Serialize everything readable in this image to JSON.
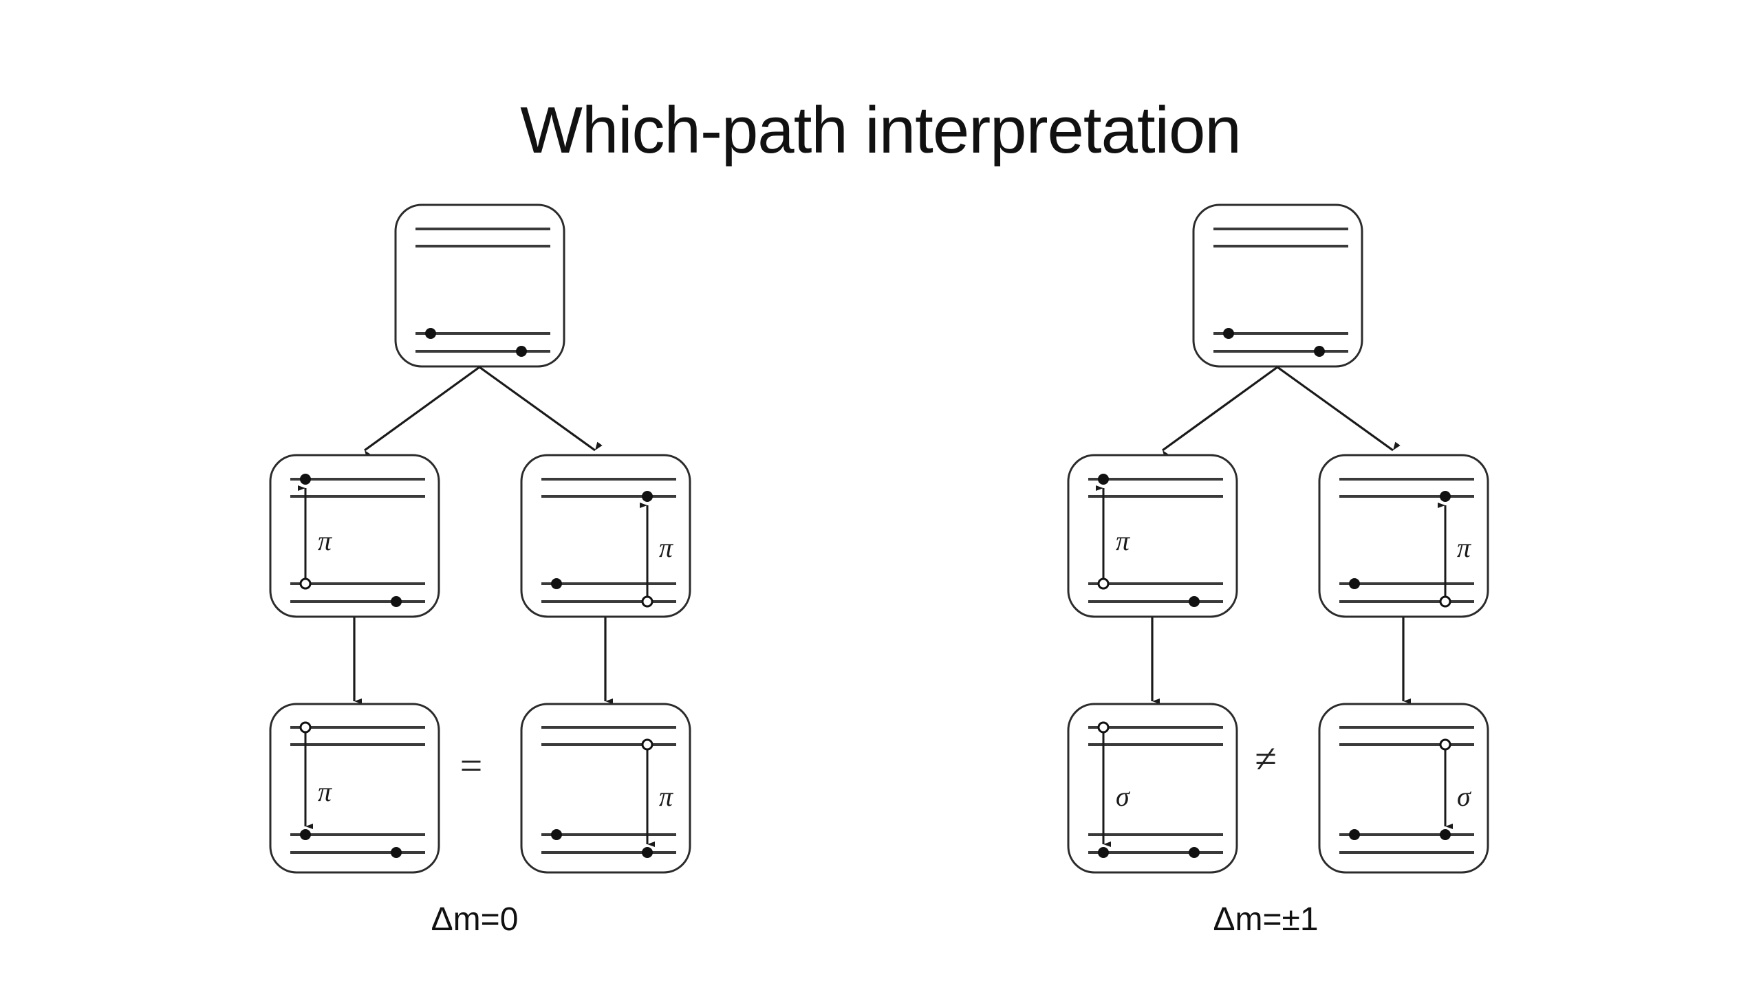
{
  "slide": {
    "title": "Which-path interpretation",
    "background_color": "#ffffff",
    "ink_color": "#1a1a1a"
  },
  "groups": [
    {
      "id": "left-group",
      "caption": "Δm=0",
      "relation_symbol": "=",
      "relation_name": "equals",
      "transition_label": "π",
      "boxes": [
        {
          "id": "left-initial",
          "role": "initial-state",
          "row": "top",
          "column": "center",
          "levels": {
            "left_column": [
              "upper-1",
              "upper-2",
              "lower-1",
              "lower-2"
            ],
            "right_column": [
              "upper-1",
              "upper-2",
              "lower-1",
              "lower-2"
            ]
          },
          "markers": [
            {
              "column": "left",
              "level": "lower-1",
              "type": "electron"
            },
            {
              "column": "right",
              "level": "lower-2",
              "type": "electron"
            }
          ],
          "arrow": null
        },
        {
          "id": "left-mid-left",
          "role": "excited-state-path-a",
          "row": "middle",
          "column": "left",
          "markers": [
            {
              "column": "left",
              "level": "upper-1",
              "type": "electron"
            },
            {
              "column": "left",
              "level": "lower-1",
              "type": "hole"
            },
            {
              "column": "right",
              "level": "lower-2",
              "type": "electron"
            }
          ],
          "arrow": {
            "column": "left",
            "from": "lower-1",
            "to": "upper-1",
            "direction": "up",
            "label": "π"
          }
        },
        {
          "id": "left-mid-right",
          "role": "excited-state-path-b",
          "row": "middle",
          "column": "right",
          "markers": [
            {
              "column": "right",
              "level": "upper-2",
              "type": "electron"
            },
            {
              "column": "right",
              "level": "lower-2",
              "type": "hole"
            },
            {
              "column": "left",
              "level": "lower-1",
              "type": "electron"
            }
          ],
          "arrow": {
            "column": "right",
            "from": "lower-2",
            "to": "upper-2",
            "direction": "up",
            "label": "π"
          }
        },
        {
          "id": "left-bottom-left",
          "role": "final-state-path-a",
          "row": "bottom",
          "column": "left",
          "markers": [
            {
              "column": "left",
              "level": "upper-1",
              "type": "hole"
            },
            {
              "column": "left",
              "level": "lower-1",
              "type": "electron"
            },
            {
              "column": "right",
              "level": "lower-2",
              "type": "electron"
            }
          ],
          "arrow": {
            "column": "left",
            "from": "upper-1",
            "to": "lower-1",
            "direction": "down",
            "label": "π"
          }
        },
        {
          "id": "left-bottom-right",
          "role": "final-state-path-b",
          "row": "bottom",
          "column": "right",
          "markers": [
            {
              "column": "right",
              "level": "upper-2",
              "type": "hole"
            },
            {
              "column": "right",
              "level": "lower-2",
              "type": "electron"
            },
            {
              "column": "left",
              "level": "lower-1",
              "type": "electron"
            }
          ],
          "arrow": {
            "column": "right",
            "from": "upper-2",
            "to": "lower-2",
            "direction": "down",
            "label": "π"
          }
        }
      ]
    },
    {
      "id": "right-group",
      "caption": "Δm=±1",
      "relation_symbol": "≠",
      "relation_name": "not-equals",
      "transition_label": "σ",
      "boxes": [
        {
          "id": "right-initial",
          "role": "initial-state",
          "row": "top",
          "column": "center",
          "markers": [
            {
              "column": "left",
              "level": "lower-1",
              "type": "electron"
            },
            {
              "column": "right",
              "level": "lower-2",
              "type": "electron"
            }
          ],
          "arrow": null
        },
        {
          "id": "right-mid-left",
          "role": "excited-state-path-a",
          "row": "middle",
          "column": "left",
          "markers": [
            {
              "column": "left",
              "level": "upper-1",
              "type": "electron"
            },
            {
              "column": "left",
              "level": "lower-1",
              "type": "hole"
            },
            {
              "column": "right",
              "level": "lower-2",
              "type": "electron"
            }
          ],
          "arrow": {
            "column": "left",
            "from": "lower-1",
            "to": "upper-1",
            "direction": "up",
            "label": "π"
          }
        },
        {
          "id": "right-mid-right",
          "role": "excited-state-path-b",
          "row": "middle",
          "column": "right",
          "markers": [
            {
              "column": "right",
              "level": "upper-2",
              "type": "electron"
            },
            {
              "column": "right",
              "level": "lower-2",
              "type": "hole"
            },
            {
              "column": "left",
              "level": "lower-1",
              "type": "electron"
            }
          ],
          "arrow": {
            "column": "right",
            "from": "lower-2",
            "to": "upper-2",
            "direction": "up",
            "label": "π"
          }
        },
        {
          "id": "right-bottom-left",
          "role": "final-state-path-a",
          "row": "bottom",
          "column": "left",
          "markers": [
            {
              "column": "left",
              "level": "upper-1",
              "type": "hole"
            },
            {
              "column": "left",
              "level": "lower-2",
              "type": "electron"
            },
            {
              "column": "right",
              "level": "lower-2",
              "type": "electron"
            }
          ],
          "arrow": {
            "column": "left",
            "from": "upper-1",
            "to": "lower-2",
            "direction": "down",
            "label": "σ"
          }
        },
        {
          "id": "right-bottom-right",
          "role": "final-state-path-b",
          "row": "bottom",
          "column": "right",
          "markers": [
            {
              "column": "right",
              "level": "upper-2",
              "type": "hole"
            },
            {
              "column": "right",
              "level": "lower-1",
              "type": "electron"
            },
            {
              "column": "left",
              "level": "lower-1",
              "type": "electron"
            }
          ],
          "arrow": {
            "column": "right",
            "from": "upper-2",
            "to": "lower-1",
            "direction": "down",
            "label": "σ"
          }
        }
      ]
    }
  ],
  "legend": {
    "electron_symbol": "filled-dot",
    "hole_symbol": "open-circle",
    "pi_transition": "π",
    "sigma_transition": "σ"
  }
}
